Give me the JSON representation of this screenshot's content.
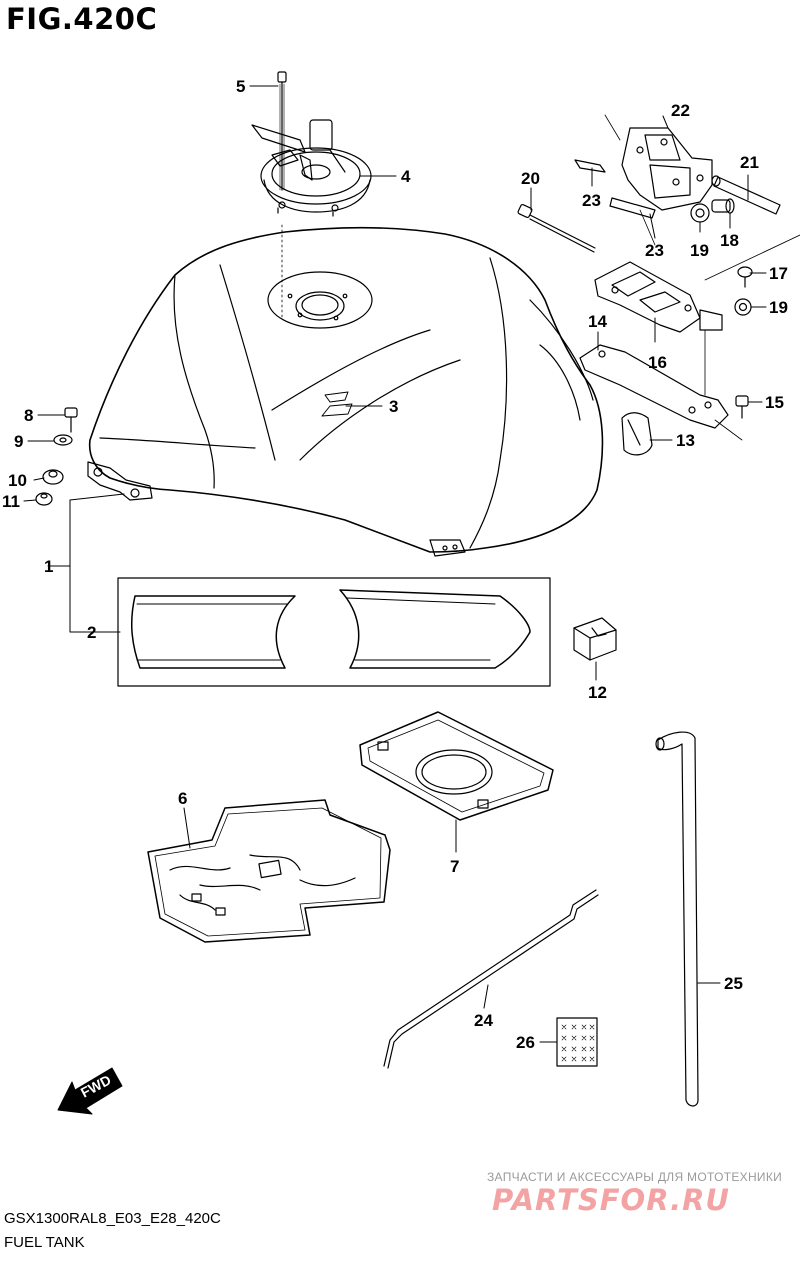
{
  "figure": {
    "title": "FIG.420C",
    "code": "GSX1300RAL8_E03_E28_420C",
    "caption": "FUEL TANK"
  },
  "callouts": [
    "1",
    "2",
    "3",
    "4",
    "5",
    "6",
    "7",
    "8",
    "9",
    "10",
    "11",
    "12",
    "13",
    "14",
    "15",
    "16",
    "17",
    "18",
    "19",
    "19",
    "20",
    "21",
    "22",
    "23",
    "23",
    "24",
    "25",
    "26"
  ],
  "direction_label": "FWD",
  "watermark": {
    "tagline": "ЗАПЧАСТИ И АКСЕССУАРЫ ДЛЯ МОТОТЕХНИКИ",
    "logo": "PARTSFOR.RU"
  }
}
